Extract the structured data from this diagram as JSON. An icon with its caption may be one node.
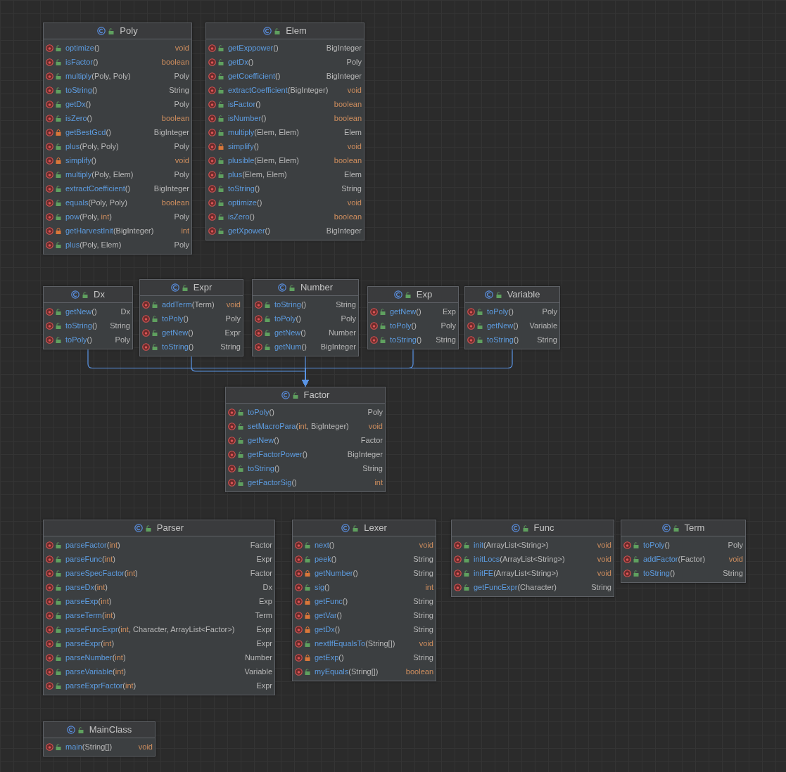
{
  "diagram": {
    "nodes": [
      {
        "text": [
          "Poly",
          "optimize()",
          "void",
          "isFactor()",
          "boolean",
          "multiply(Poly, Poly)",
          "Poly",
          "toString()",
          "String",
          "getDx()",
          "Poly",
          "isZero()",
          "boolean",
          "getBestGcd()",
          "BigInteger",
          "plus(Poly, Poly)",
          "Poly",
          "simplify()",
          "void",
          "multiply(Poly, Elem)",
          "Poly",
          "extractCoefficient()",
          "BigInteger",
          "equals(Poly, Poly)",
          "boolean",
          "pow(Poly, int)",
          "Poly",
          "getHarvestInit(BigInteger)",
          "int",
          "plus(Poly, Elem)",
          "Poly"
        ]
      },
      {
        "text": [
          "Elem",
          "getExppower()",
          "BigInteger",
          "getDx()",
          "Poly",
          "getCoefficient()",
          "BigInteger",
          "extractCoefficient(BigInteger)",
          "void",
          "isFactor()",
          "boolean",
          "isNumber()",
          "boolean",
          "multiply(Elem, Elem)",
          "Elem",
          "simplify()",
          "void",
          "plusible(Elem, Elem)",
          "boolean",
          "plus(Elem, Elem)",
          "Elem",
          "toString()",
          "String",
          "optimize()",
          "void",
          "isZero()",
          "boolean",
          "getXpower()",
          "BigInteger"
        ]
      },
      {
        "text": [
          "Dx",
          "getNew()",
          "Dx",
          "toString()",
          "String",
          "toPoly()",
          "Poly"
        ]
      },
      {
        "text": [
          "Expr",
          "addTerm(Term)",
          "void",
          "toPoly()",
          "Poly",
          "getNew()",
          "Expr",
          "toString()",
          "String"
        ]
      },
      {
        "text": [
          "Number",
          "toString()",
          "String",
          "toPoly()",
          "Poly",
          "getNew()",
          "Number",
          "getNum()",
          "BigInteger"
        ]
      },
      {
        "text": [
          "Exp",
          "getNew()",
          "Exp",
          "toPoly()",
          "Poly",
          "toString()",
          "String"
        ]
      },
      {
        "text": [
          "Variable",
          "toPoly()",
          "Poly",
          "getNew()",
          "Variable",
          "toString()",
          "String"
        ]
      },
      {
        "text": [
          "Factor",
          "toPoly()",
          "Poly",
          "setMacroPara(int, BigInteger)",
          "void",
          "getNew()",
          "Factor",
          "getFactorPower()",
          "BigInteger",
          "toString()",
          "String",
          "getFactorSig()",
          "int"
        ]
      },
      {
        "text": [
          "Parser",
          "parseFactor(int)",
          "Factor",
          "parseFunc(int)",
          "Expr",
          "parseSpecFactor(int)",
          "Factor",
          "parseDx(int)",
          "Dx",
          "parseExp(int)",
          "Exp",
          "parseTerm(int)",
          "Term",
          "parseFuncExpr(int, Character, ArrayList<Factor>)",
          "Expr",
          "parseExpr(int)",
          "Expr",
          "parseNumber(int)",
          "Number",
          "parseVariable(int)",
          "Variable",
          "parseExprFactor(int)",
          "Expr"
        ]
      },
      {
        "text": [
          "Lexer",
          "next()",
          "void",
          "peek()",
          "String",
          "getNumber()",
          "String",
          "sig()",
          "int",
          "getFunc()",
          "String",
          "getVar()",
          "String",
          "getDx()",
          "String",
          "nextIfEqualsTo(String[])",
          "void",
          "getExp()",
          "String",
          "myEquals(String[])",
          "boolean"
        ]
      },
      {
        "text": [
          "Func",
          "init(ArrayList<String>)",
          "void",
          "initLocs(ArrayList<String>)",
          "void",
          "initFE(ArrayList<String>)",
          "void",
          "getFuncExpr(Character)",
          "String"
        ]
      },
      {
        "text": [
          "Term",
          "toPoly()",
          "Poly",
          "addFactor(Factor)",
          "void",
          "toString()",
          "String"
        ]
      },
      {
        "text": [
          "MainClass",
          "main(String[])",
          "void"
        ]
      }
    ],
    "edges": [
      {
        "from": 2,
        "to": 7,
        "arrow": "to"
      },
      {
        "from": 3,
        "to": 7,
        "arrow": "to"
      },
      {
        "from": 4,
        "to": 7,
        "arrow": "to"
      },
      {
        "from": 5,
        "to": 7,
        "arrow": "to"
      },
      {
        "from": 6,
        "to": 7,
        "arrow": "to"
      }
    ]
  }
}
